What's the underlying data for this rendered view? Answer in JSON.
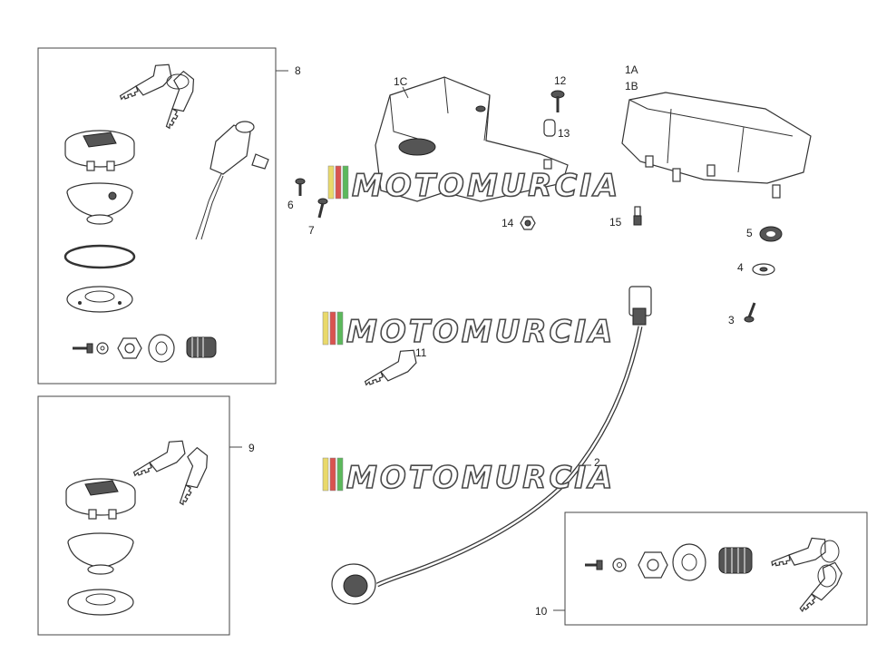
{
  "watermark": {
    "text": "MOTOMURCIA",
    "stripe_colors": [
      "#e9d96a",
      "#d9534f",
      "#5cb85c"
    ]
  },
  "callouts": {
    "c1A": "1A",
    "c1B": "1B",
    "c1C": "1C",
    "c2": "2",
    "c3": "3",
    "c4": "4",
    "c5": "5",
    "c6": "6",
    "c7": "7",
    "c8": "8",
    "c9": "9",
    "c10": "10",
    "c11": "11",
    "c12": "12",
    "c13": "13",
    "c14": "14",
    "c15": "15"
  }
}
